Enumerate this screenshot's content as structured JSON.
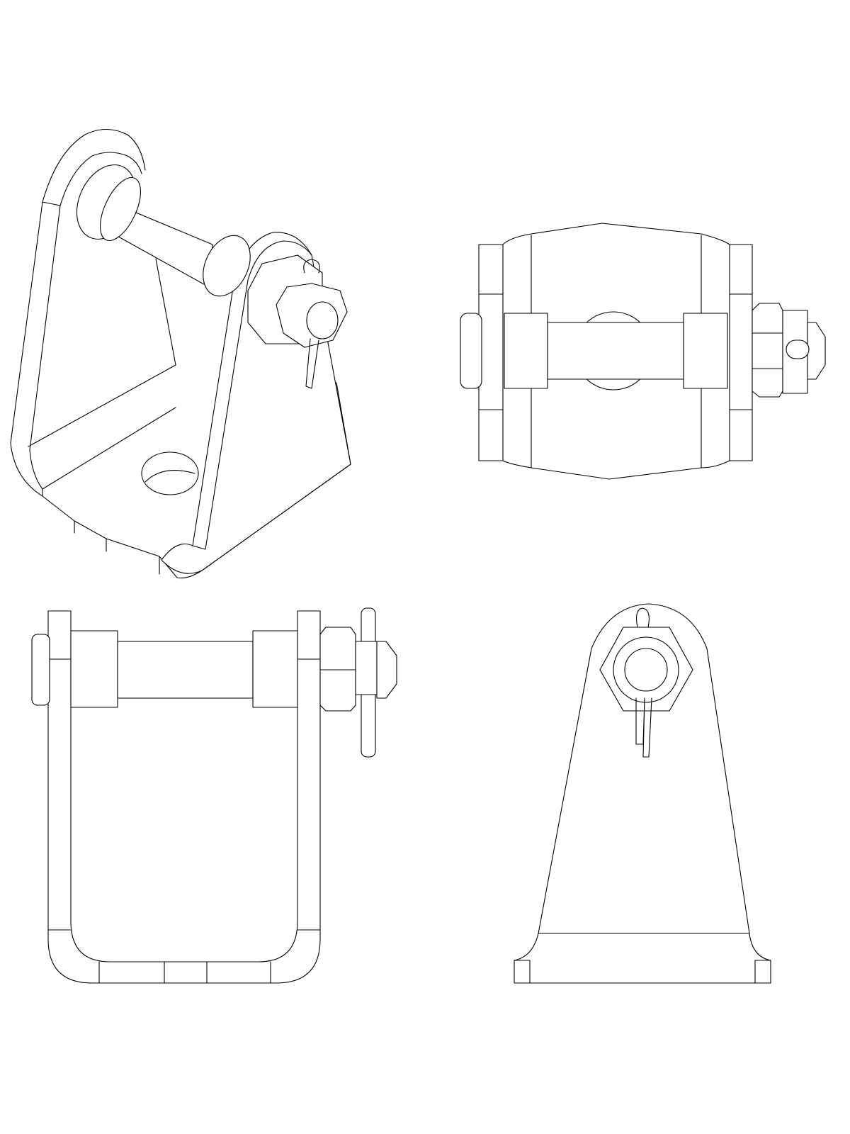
{
  "drawing": {
    "colors": {
      "line": "#000000",
      "background": "#ffffff"
    },
    "views": [
      "isometric",
      "top",
      "front",
      "side"
    ]
  }
}
